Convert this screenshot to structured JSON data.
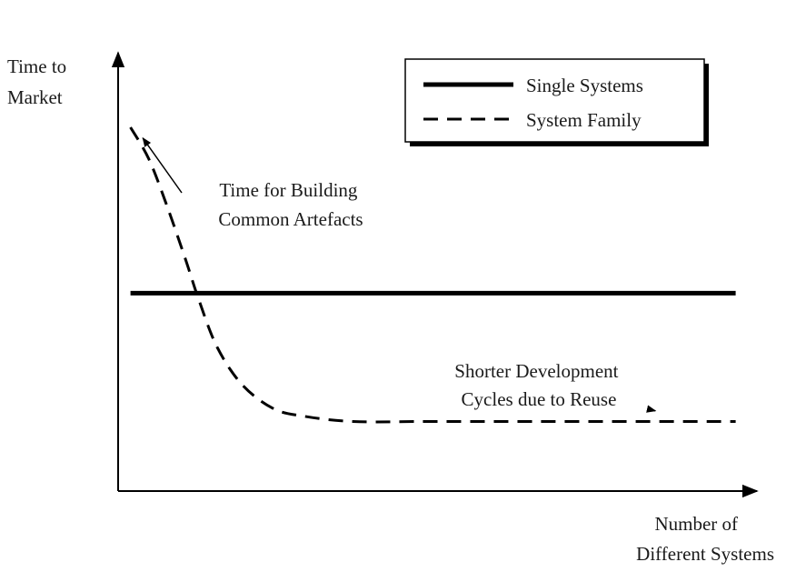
{
  "chart_data": {
    "type": "line",
    "title": "",
    "ylabel_lines": [
      "Time to",
      "Market"
    ],
    "xlabel_lines": [
      "Number of",
      "Different Systems"
    ],
    "axis_ticks": "none",
    "grid": false,
    "legend": {
      "placement": "top-right",
      "entries": [
        {
          "label": "Single Systems",
          "style": "solid"
        },
        {
          "label": "System Family",
          "style": "dashed"
        }
      ]
    },
    "series": [
      {
        "name": "Single Systems",
        "style": "solid",
        "color": "#000000",
        "x": [
          0.02,
          1.0
        ],
        "y": [
          0.37,
          0.37
        ]
      },
      {
        "name": "System Family",
        "style": "dashed",
        "color": "#000000",
        "x": [
          0.02,
          0.05,
          0.08,
          0.11,
          0.13,
          0.16,
          0.2,
          0.25,
          0.3,
          0.38,
          0.5,
          0.7,
          1.0
        ],
        "y": [
          0.68,
          0.62,
          0.53,
          0.43,
          0.36,
          0.27,
          0.2,
          0.155,
          0.14,
          0.13,
          0.13,
          0.13,
          0.13
        ]
      }
    ],
    "xlim": [
      0,
      1.03
    ],
    "ylim": [
      0,
      0.85
    ],
    "annotations": [
      {
        "id": "common",
        "lines": [
          "Time for Building",
          "Common Artefacts"
        ],
        "arrow_to": {
          "x": 0.04,
          "y": 0.66
        }
      },
      {
        "id": "reuse",
        "lines": [
          "Shorter Development",
          "Cycles due to Reuse"
        ],
        "arrow_to": {
          "x": 0.87,
          "y": 0.15
        }
      }
    ]
  }
}
